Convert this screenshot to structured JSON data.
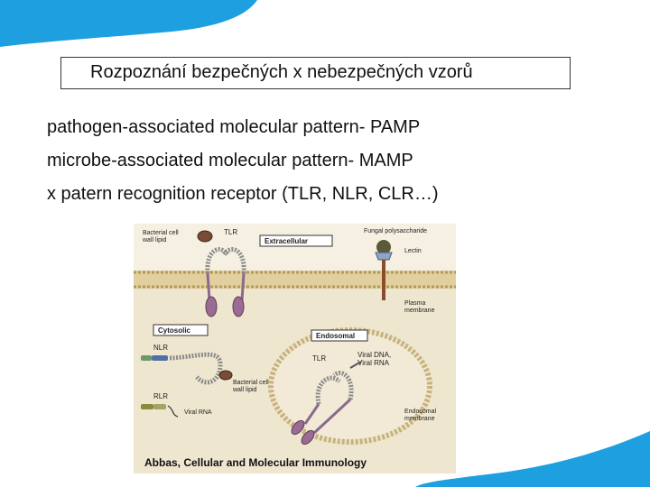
{
  "slide": {
    "title": "Rozpoznání bezpečných x nebezpečných vzorů",
    "bullets": [
      "pathogen-associated molecular pattern- PAMP",
      "microbe-associated molecular pattern- MAMP",
      "x  patern recognition receptor  (TLR, NLR, CLR…)"
    ],
    "credit": "Abbas, Cellular and Molecular Immunology",
    "accent_color": "#1e9fe0"
  },
  "figure": {
    "labels": {
      "bacterial_lipid_top": "Bacterial cell\nwall lipid",
      "tlr_top": "TLR",
      "extracellular": "Extracellular",
      "fungal": "Fungal polysaccharide",
      "lectin": "Lectin",
      "plasma_membrane": "Plasma\nmembrane",
      "cytosolic": "Cytosolic",
      "nlr": "NLR",
      "bacterial_lipid_cyto": "Bacterial cell\nwall lipid",
      "rlr": "RLR",
      "viral_rna_cyto": "Viral RNA",
      "endosomal": "Endosomal",
      "tlr_endo": "TLR",
      "viral_dna_rna": "Viral DNA,\nViral RNA",
      "endosomal_membrane": "Endosomal\nmembrane"
    }
  }
}
